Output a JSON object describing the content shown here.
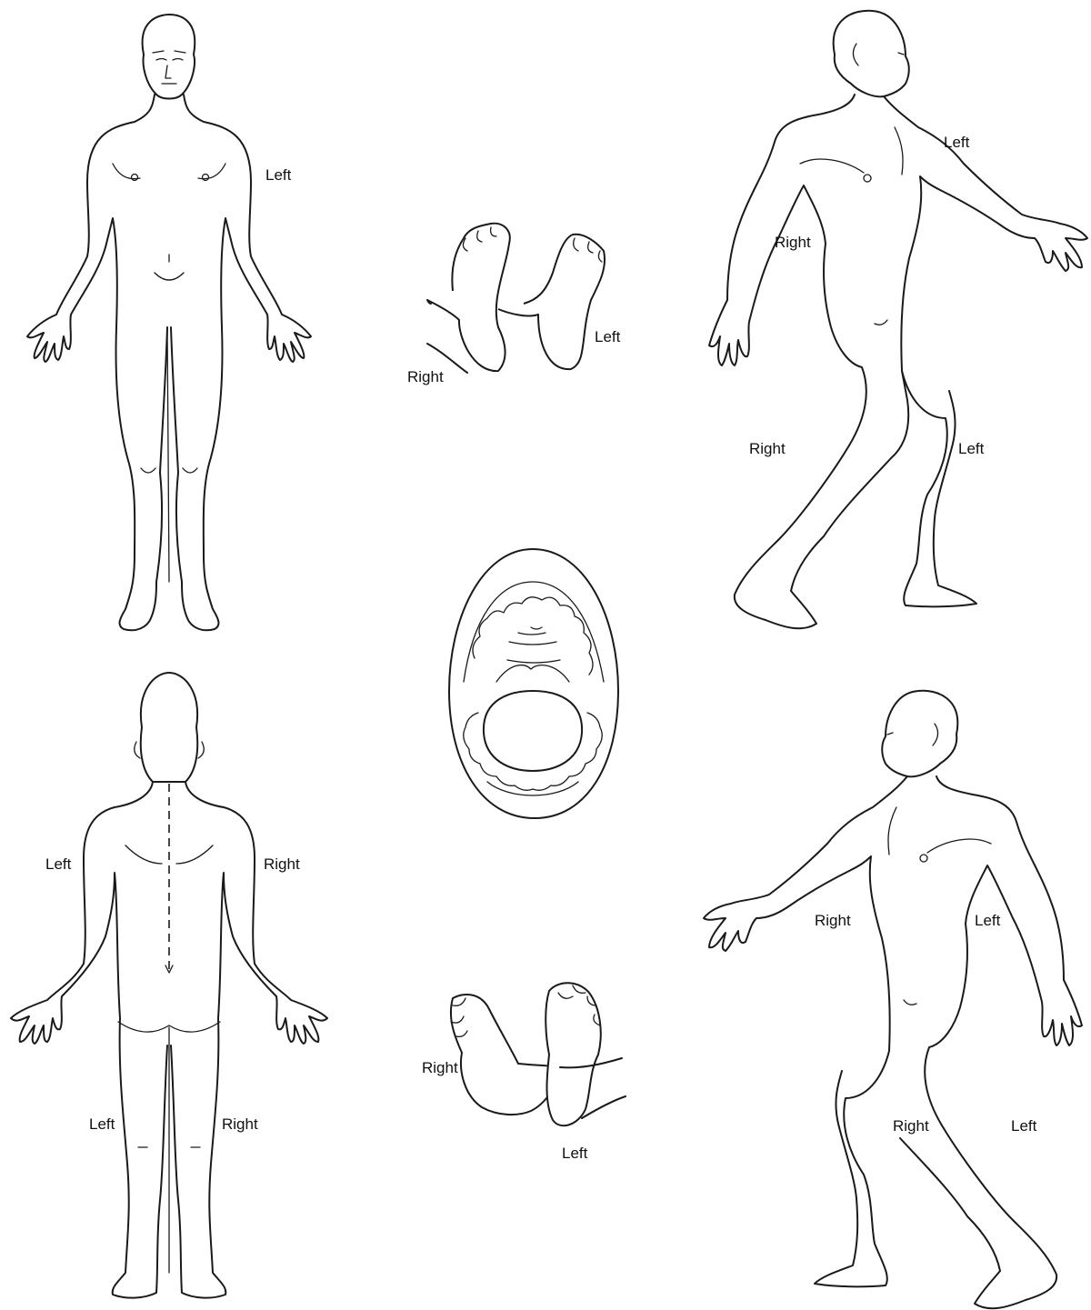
{
  "labels": {
    "front_left": "Left",
    "feet_top_right": "Right",
    "feet_top_left": "Left",
    "side_right_arm": "Right",
    "side_left_arm": "Left",
    "side_right_leg": "Right",
    "side_left_leg": "Left",
    "back_left_arm": "Left",
    "back_right_arm": "Right",
    "back_left_leg": "Left",
    "back_right_leg": "Right",
    "feet_bottom_right": "Right",
    "feet_bottom_left": "Left",
    "side2_right_arm": "Right",
    "side2_left_arm": "Left",
    "side2_right_leg": "Right",
    "side2_left_leg": "Left"
  },
  "colors": {
    "line": "#1a1a1a",
    "background": "#ffffff"
  }
}
